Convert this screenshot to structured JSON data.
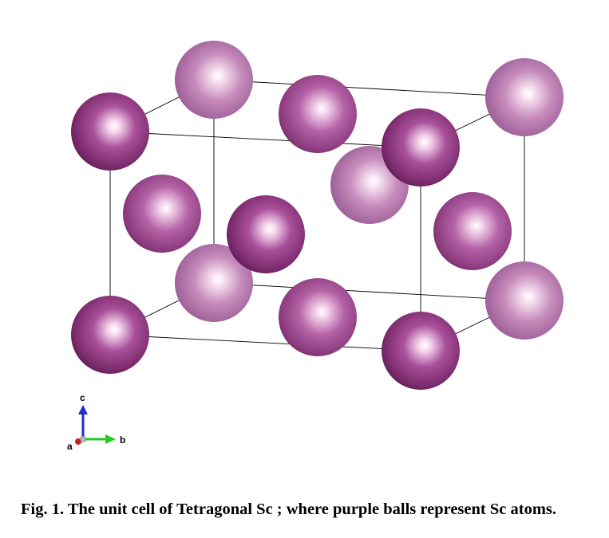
{
  "figure": {
    "caption": "Fig. 1. The unit cell of Tetragonal Sc ; where purple balls represent Sc atoms."
  },
  "structure": {
    "element": "Sc",
    "lattice": "Tetragonal",
    "atom_count_shown": 14,
    "atom_colors": {
      "front": "#a3478f",
      "back": "#c98abb",
      "highlight": "#ffffff",
      "edge": "#4a1440"
    },
    "cell_edge_color": "#000000"
  },
  "axes": {
    "c_label": "c",
    "a_label": "a",
    "b_label": "b",
    "c_color": "#1f2fcc",
    "b_color": "#22cc22",
    "a_color": "#cc2222"
  }
}
